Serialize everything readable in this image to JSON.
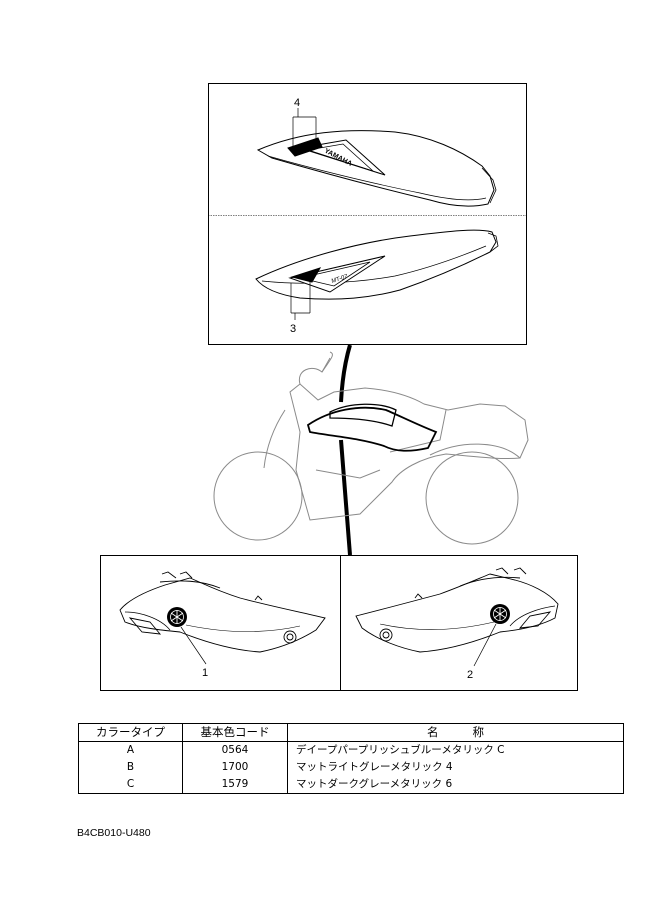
{
  "callouts": {
    "c1": "1",
    "c2": "2",
    "c3": "3",
    "c4": "4"
  },
  "decal_text": {
    "yamaha": "YAMAHA",
    "model": "MT-07"
  },
  "table": {
    "headers": {
      "color_type": "カラータイプ",
      "base_color_code": "基本色コード",
      "name_left": "名",
      "name_right": "称"
    },
    "rows": [
      {
        "type": "A",
        "code": "0564",
        "name": "デイープパープリッシュブルーメタリック C"
      },
      {
        "type": "B",
        "code": "1700",
        "name": "マットライトグレーメタリック 4"
      },
      {
        "type": "C",
        "code": "1579",
        "name": "マットダークグレーメタリック  6"
      }
    ]
  },
  "doc_id": "B4CB010-U480"
}
